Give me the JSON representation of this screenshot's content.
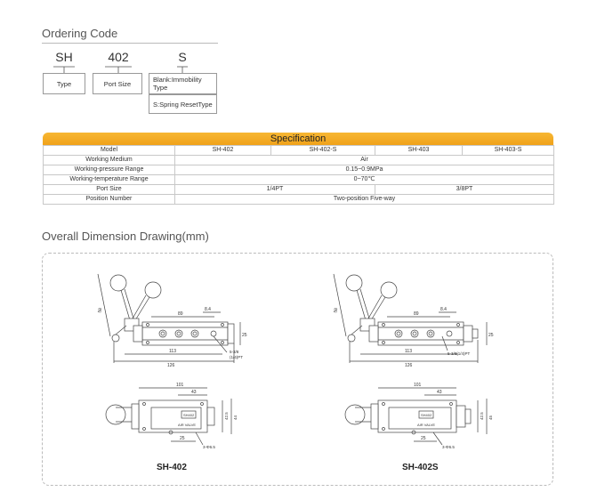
{
  "ordering": {
    "title": "Ordering Code",
    "codes": [
      "SH",
      "402",
      "S"
    ],
    "boxes": {
      "type": "Type",
      "port_size": "Port Size",
      "blank": "Blank:Immobility Type",
      "spring": "S:Spring ResetType"
    }
  },
  "spec": {
    "title": "Specification",
    "header": {
      "label": "Model",
      "models": [
        "SH-402",
        "SH-402-S",
        "SH-403",
        "SH-403-S"
      ]
    },
    "rows": [
      {
        "label": "Working Medium",
        "value": "Air"
      },
      {
        "label": "Working-pressure Range",
        "value": "0.15~0.9MPa"
      },
      {
        "label": "Working-temperature Range",
        "value": "0~70℃"
      }
    ],
    "port": {
      "label": "Port Size",
      "a": "1/4PT",
      "b": "3/8PT"
    },
    "position": {
      "label": "Position Number",
      "value": "Two-position Five-way"
    }
  },
  "drawing": {
    "title": "Overall Dimension Drawing(mm)",
    "left": {
      "model": "SH-402",
      "dims": {
        "d89": "89",
        "d84": "8.4",
        "d25": "25",
        "d113": "113",
        "d126": "126",
        "d58": "58",
        "port1": "5-3/8",
        "port2": "(1/4)PT",
        "d101": "101",
        "d43": "43",
        "d425": "42.5",
        "d44": "44",
        "d25b": "25",
        "hole": "3-Φ6.5",
        "label": "AIR VALVE",
        "code": "SH402"
      }
    },
    "right": {
      "model": "SH-402S",
      "dims": {
        "d89": "89",
        "d84": "8.4",
        "d25": "25",
        "d113": "113",
        "d126": "126",
        "d58": "58",
        "port": "5-3/8(1/4)PT",
        "d101": "101",
        "d43": "43",
        "d425": "42.5",
        "d45": "45",
        "d25b": "25",
        "hole": "3-Φ6.5",
        "label": "AIR VALVE",
        "code": "SH402"
      }
    }
  }
}
